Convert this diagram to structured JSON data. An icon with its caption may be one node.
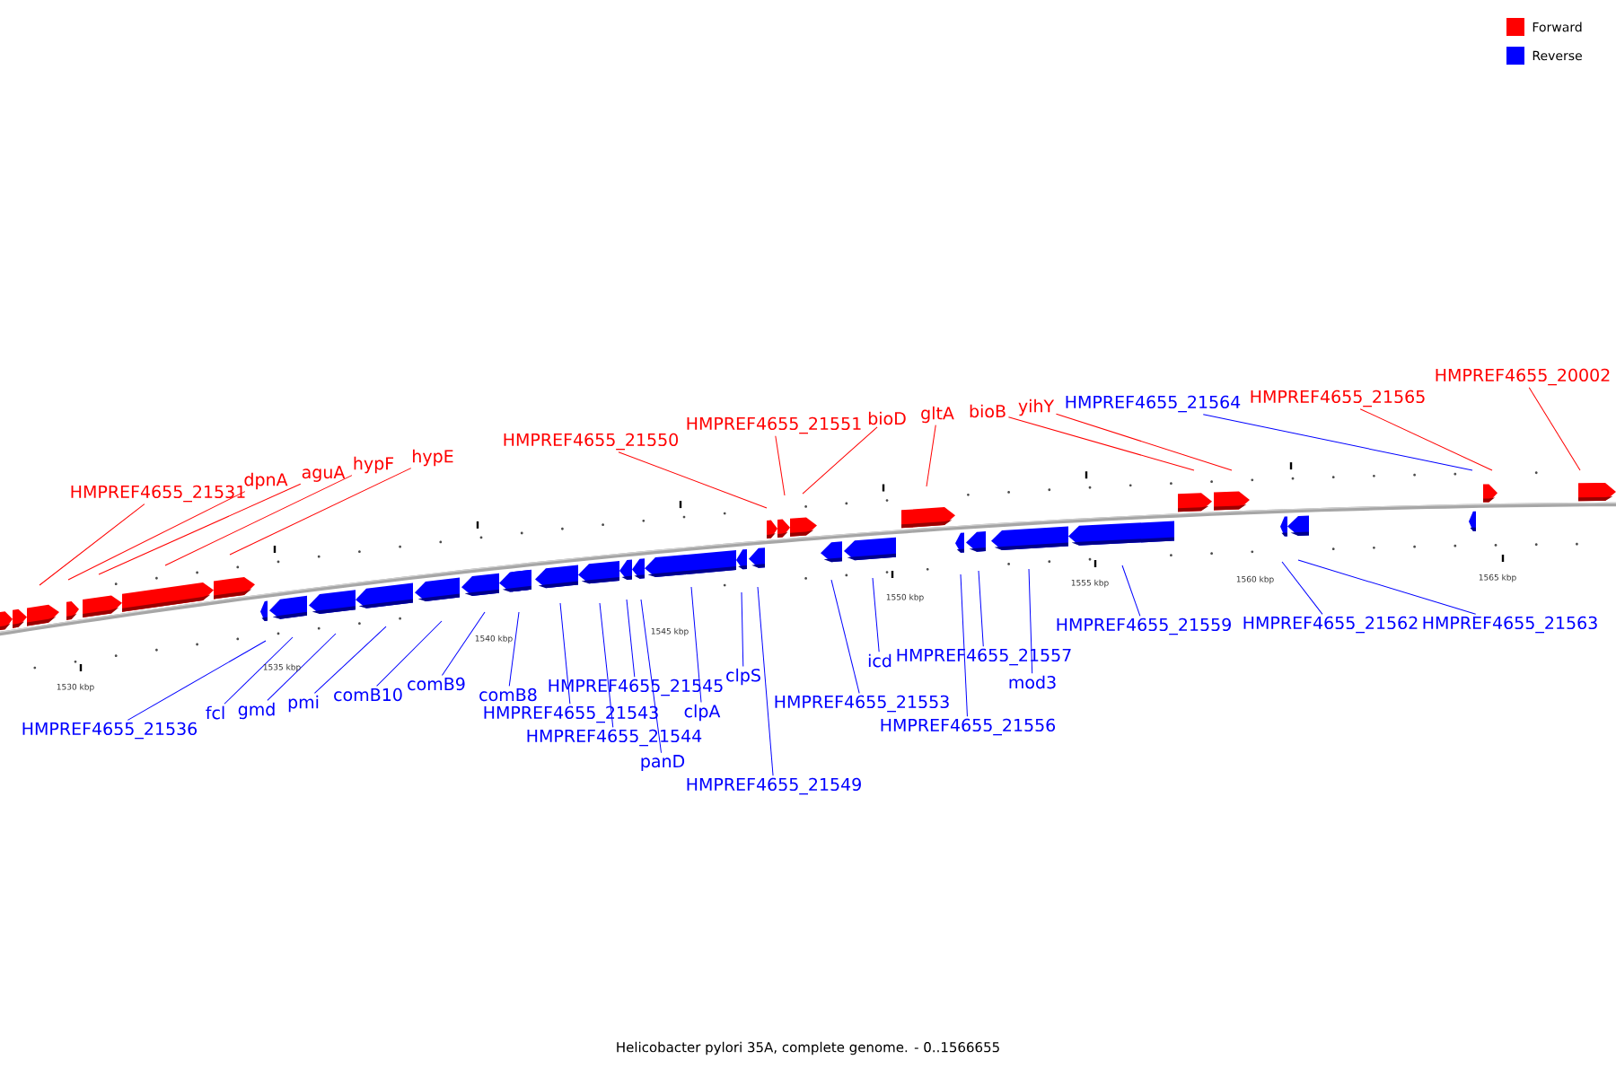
{
  "diagram": {
    "caption": "Helicobacter pylori 35A, complete genome. - 0..1566655",
    "nodes": [
      {
        "text": [
          "HMPREF4655_21531"
        ]
      },
      {
        "text": [
          "dpnA"
        ]
      },
      {
        "text": [
          "aguA"
        ]
      },
      {
        "text": [
          "hypF"
        ]
      },
      {
        "text": [
          "hypE"
        ]
      },
      {
        "text": [
          "HMPREF4655_21550"
        ]
      },
      {
        "text": [
          "HMPREF4655_21551"
        ]
      },
      {
        "text": [
          "bioD"
        ]
      },
      {
        "text": [
          "gltA"
        ]
      },
      {
        "text": [
          "bioB"
        ]
      },
      {
        "text": [
          "yihY"
        ]
      },
      {
        "text": [
          "HMPREF4655_21564"
        ]
      },
      {
        "text": [
          "HMPREF4655_21565"
        ]
      },
      {
        "text": [
          "HMPREF4655_20002"
        ]
      },
      {
        "text": [
          "HMPREF4655_21536"
        ]
      },
      {
        "text": [
          "fcl"
        ]
      },
      {
        "text": [
          "gmd"
        ]
      },
      {
        "text": [
          "pmi"
        ]
      },
      {
        "text": [
          "comB10"
        ]
      },
      {
        "text": [
          "comB9"
        ]
      },
      {
        "text": [
          "comB8"
        ]
      },
      {
        "text": [
          "HMPREF4655_21545"
        ]
      },
      {
        "text": [
          "HMPREF4655_21543"
        ]
      },
      {
        "text": [
          "HMPREF4655_21544"
        ]
      },
      {
        "text": [
          "panD"
        ]
      },
      {
        "text": [
          "clpA"
        ]
      },
      {
        "text": [
          "clpS"
        ]
      },
      {
        "text": [
          "HMPREF4655_21549"
        ]
      },
      {
        "text": [
          "HMPREF4655_21553"
        ]
      },
      {
        "text": [
          "icd"
        ]
      },
      {
        "text": [
          "HMPREF4655_21557"
        ]
      },
      {
        "text": [
          "HMPREF4655_21556"
        ]
      },
      {
        "text": [
          "mod3"
        ]
      },
      {
        "text": [
          "HMPREF4655_21559"
        ]
      },
      {
        "text": [
          "HMPREF4655_21562"
        ]
      },
      {
        "text": [
          "HMPREF4655_21563"
        ]
      }
    ],
    "edges": [
      {
        "from": 0,
        "to": null,
        "arrow": "none",
        "color": "#ff0000"
      },
      {
        "from": 1,
        "to": null,
        "arrow": "none",
        "color": "#ff0000"
      },
      {
        "from": 2,
        "to": null,
        "arrow": "none",
        "color": "#ff0000"
      },
      {
        "from": 3,
        "to": null,
        "arrow": "none",
        "color": "#ff0000"
      },
      {
        "from": 4,
        "to": null,
        "arrow": "none",
        "color": "#ff0000"
      },
      {
        "from": 5,
        "to": null,
        "arrow": "none",
        "color": "#ff0000"
      },
      {
        "from": 6,
        "to": null,
        "arrow": "none",
        "color": "#ff0000"
      },
      {
        "from": 7,
        "to": null,
        "arrow": "none",
        "color": "#ff0000"
      },
      {
        "from": 8,
        "to": null,
        "arrow": "none",
        "color": "#ff0000"
      },
      {
        "from": 9,
        "to": null,
        "arrow": "none",
        "color": "#ff0000"
      },
      {
        "from": 10,
        "to": null,
        "arrow": "none",
        "color": "#ff0000"
      },
      {
        "from": 11,
        "to": null,
        "arrow": "none"
      },
      {
        "from": 12,
        "to": null,
        "arrow": "none",
        "color": "#ff0000"
      },
      {
        "from": 13,
        "to": null,
        "arrow": "none",
        "color": "#ff0000"
      },
      {
        "from": 14,
        "to": null,
        "arrow": "none"
      },
      {
        "from": 15,
        "to": null,
        "arrow": "none"
      },
      {
        "from": 16,
        "to": null,
        "arrow": "none"
      },
      {
        "from": 17,
        "to": null,
        "arrow": "none"
      },
      {
        "from": 18,
        "to": null,
        "arrow": "none"
      },
      {
        "from": 19,
        "to": null,
        "arrow": "none"
      },
      {
        "from": 20,
        "to": null,
        "arrow": "none"
      },
      {
        "from": 21,
        "to": null,
        "arrow": "none"
      },
      {
        "from": 22,
        "to": null,
        "arrow": "none"
      },
      {
        "from": 23,
        "to": null,
        "arrow": "none"
      },
      {
        "from": 24,
        "to": null,
        "arrow": "none"
      },
      {
        "from": 25,
        "to": null,
        "arrow": "none"
      },
      {
        "from": 26,
        "to": null,
        "arrow": "none"
      },
      {
        "from": 27,
        "to": null,
        "arrow": "none"
      },
      {
        "from": 28,
        "to": null,
        "arrow": "none"
      },
      {
        "from": 29,
        "to": null,
        "arrow": "none"
      },
      {
        "from": 30,
        "to": null,
        "arrow": "none"
      },
      {
        "from": 31,
        "to": null,
        "arrow": "none"
      },
      {
        "from": 32,
        "to": null,
        "arrow": "none"
      },
      {
        "from": 33,
        "to": null,
        "arrow": "none"
      },
      {
        "from": 34,
        "to": null,
        "arrow": "none"
      },
      {
        "from": 35,
        "to": null,
        "arrow": "none"
      }
    ],
    "labels": [
      "1530 kbp",
      "1535 kbp",
      "1540 kbp",
      "1545 kbp",
      "1550 kbp",
      "1555 kbp",
      "1560 kbp",
      "1565 kbp"
    ],
    "legend": [
      {
        "text": "Forward",
        "color": "#ff0000"
      },
      {
        "text": "Reverse",
        "color": "#0000ff"
      }
    ]
  }
}
